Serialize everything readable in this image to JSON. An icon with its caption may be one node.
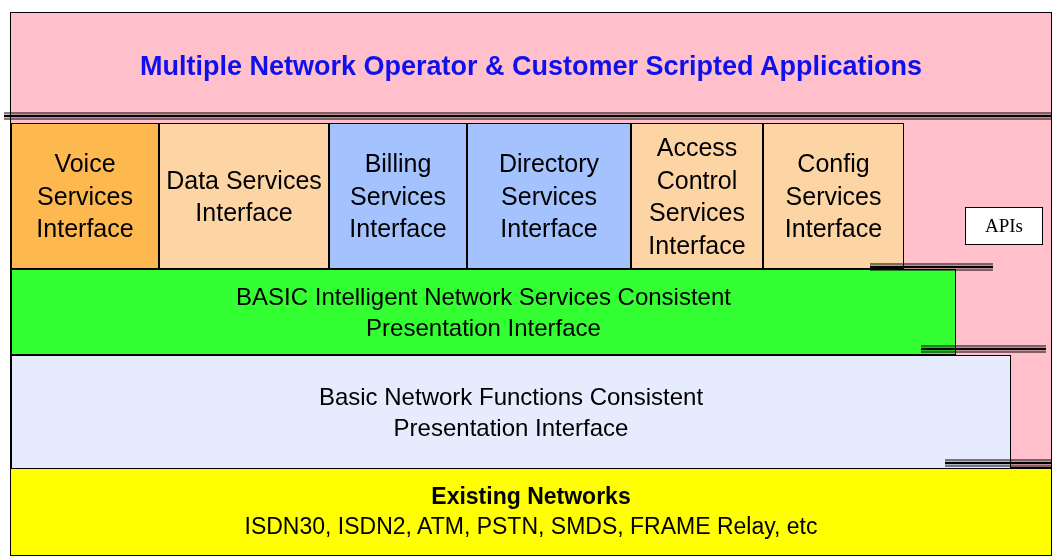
{
  "diagram": {
    "nodes": [
      {
        "text": [
          "Multiple Network Operator & Customer Scripted Applications"
        ]
      },
      {
        "text": [
          "Voice Services Interface"
        ],
        "in": 0
      },
      {
        "text": [
          "Data Services Interface"
        ],
        "in": 0
      },
      {
        "text": [
          "Billing Services Interface"
        ],
        "in": 0
      },
      {
        "text": [
          "Directory Services Interface"
        ],
        "in": 0
      },
      {
        "text": [
          "Access Control Services Interface"
        ],
        "in": 0
      },
      {
        "text": [
          "Config Services Interface"
        ],
        "in": 0
      },
      {
        "text": [
          "APIs"
        ],
        "in": 0
      },
      {
        "text": [
          "BASIC Intelligent Network Services Consistent Presentation Interface"
        ],
        "in": 0
      },
      {
        "text": [
          "Basic Network Functions Consistent Presentation Interface"
        ],
        "in": 0
      },
      {
        "text": [
          "Existing Networks",
          "ISDN30, ISDN2, ATM, PSTN, SMDS, FRAME Relay, etc"
        ]
      }
    ]
  }
}
